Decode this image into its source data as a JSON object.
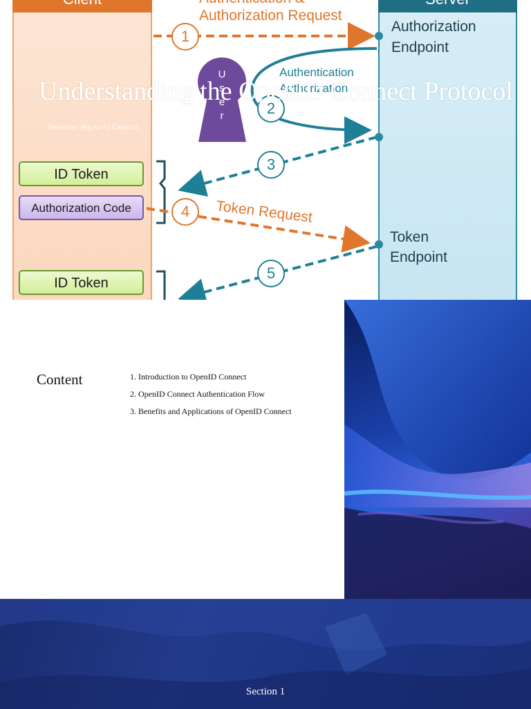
{
  "slides": [
    {
      "title": "Understanding the OpenID Connect Protocol",
      "presenter": "Presenter: PopAi AI Creation",
      "diagram": {
        "client_header": "Client",
        "server_header": "Server",
        "request_label_line1": "Authentication &",
        "request_label_line2": "Authorization Request",
        "authorization_endpoint_line1": "Authorization",
        "authorization_endpoint_line2": "Endpoint",
        "user_auth_line1": "Authentication",
        "user_auth_line2": "Authorization",
        "user_letters": [
          "U",
          "s",
          "e",
          "r"
        ],
        "token_request_label": "Token Request",
        "token_endpoint_line1": "Token",
        "token_endpoint_line2": "Endpoint",
        "id_token_1": "ID Token",
        "authorization_code": "Authorization Code",
        "id_token_2": "ID Token",
        "steps": [
          "1",
          "2",
          "3",
          "4",
          "5"
        ]
      }
    },
    {
      "heading": "Content",
      "items": [
        "1. Introduction to OpenID Connect",
        "2. OpenID Connect Authentication Flow",
        "3. Benefits and Applications of OpenID Connect"
      ]
    },
    {
      "label": "Section 1"
    }
  ],
  "colors": {
    "client_orange": "#e0762c",
    "server_teal": "#1f6e83",
    "flow_teal": "#1f7f97",
    "section_blue": "#1f3585"
  }
}
